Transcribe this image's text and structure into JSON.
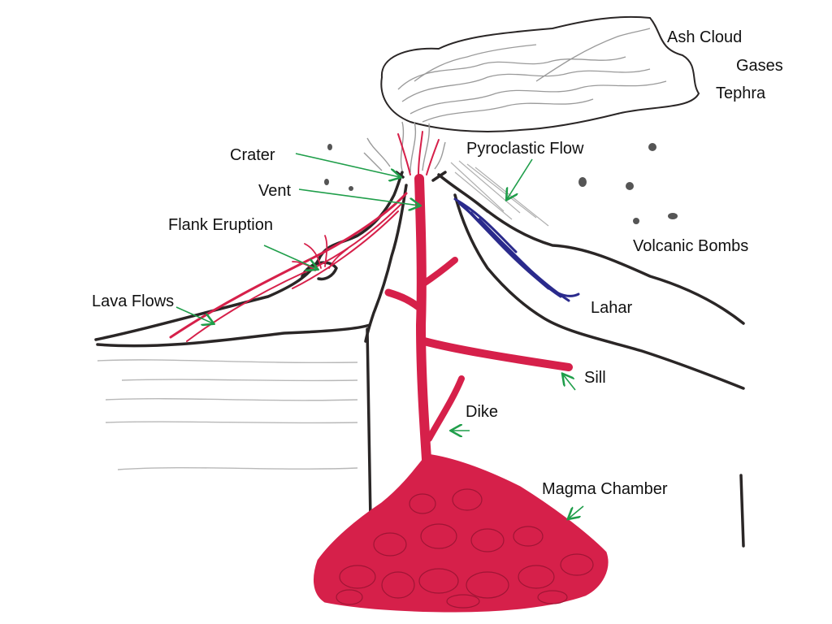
{
  "colors": {
    "outline": "#2a2626",
    "magma": "#d6204a",
    "lahar": "#2a2a8c",
    "arrow": "#1f9e4a",
    "cloud": "#9a9a9a",
    "strata": "#b8b8b8"
  },
  "labels": {
    "ash_cloud": "Ash Cloud",
    "gases": "Gases",
    "tephra": "Tephra",
    "crater": "Crater",
    "pyroclastic_flow": "Pyroclastic Flow",
    "vent": "Vent",
    "flank_eruption": "Flank Eruption",
    "volcanic_bombs": "Volcanic Bombs",
    "lava_flows": "Lava Flows",
    "lahar": "Lahar",
    "sill": "Sill",
    "dike": "Dike",
    "magma_chamber": "Magma Chamber"
  }
}
